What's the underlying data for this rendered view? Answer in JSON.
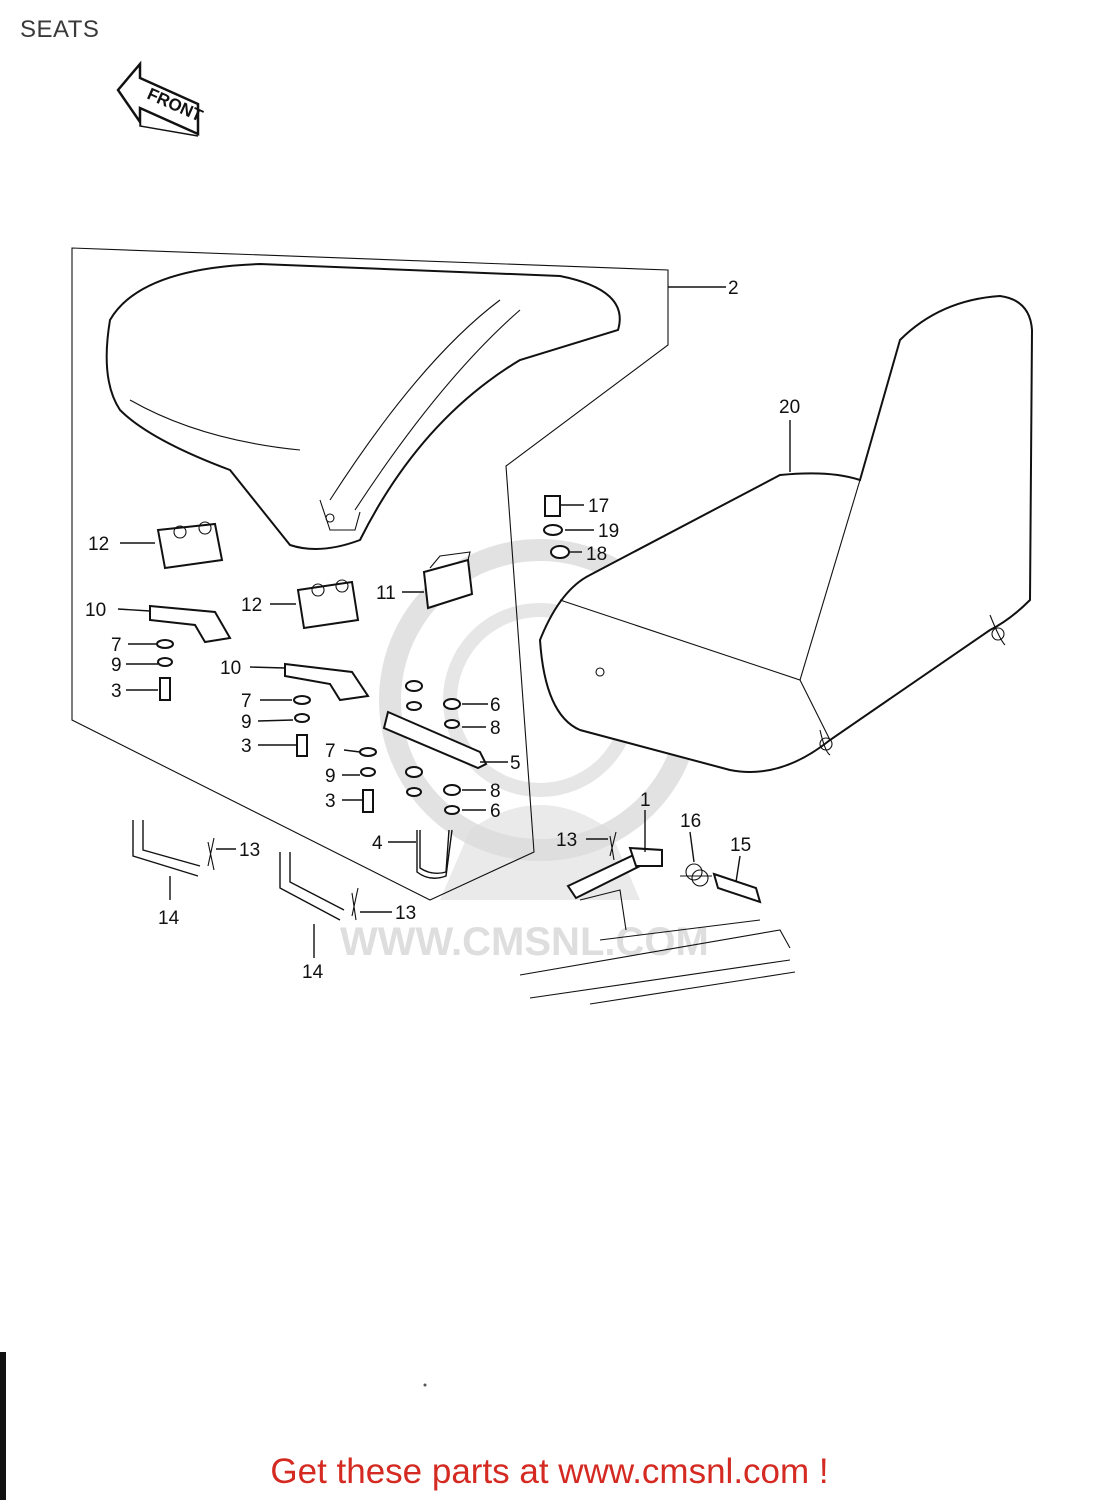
{
  "page": {
    "title": "SEATS"
  },
  "front_arrow": {
    "label": "FRONT"
  },
  "watermark": {
    "text": "WWW.CMSNL.COM"
  },
  "callouts": {
    "c1": "1",
    "c2": "2",
    "c3a": "3",
    "c3b": "3",
    "c3c": "3",
    "c4": "4",
    "c5": "5",
    "c6a": "6",
    "c6b": "6",
    "c7a": "7",
    "c7b": "7",
    "c7c": "7",
    "c8a": "8",
    "c8b": "8",
    "c9a": "9",
    "c9b": "9",
    "c9c": "9",
    "c10a": "10",
    "c10b": "10",
    "c11": "11",
    "c12a": "12",
    "c12b": "12",
    "c13a": "13",
    "c13b": "13",
    "c13c": "13",
    "c14a": "14",
    "c14b": "14",
    "c15": "15",
    "c16": "16",
    "c17": "17",
    "c18": "18",
    "c19": "19",
    "c20": "20"
  },
  "footer": {
    "cta": "Get these parts at www.cmsnl.com !"
  },
  "colors": {
    "cta": "#d42a22",
    "title": "#3a3a3a",
    "line": "#111111",
    "watermark": "#dcdcdc"
  }
}
